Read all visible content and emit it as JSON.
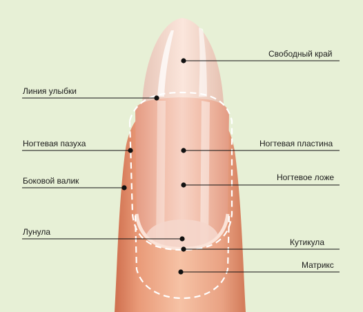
{
  "colors": {
    "background": "#e7f0d6",
    "skin": "#f0b090",
    "skin_shadow": "#d88060",
    "nail": "#f3cfc0",
    "leader": "#111111",
    "dashes": "#ffffff"
  },
  "labels": {
    "free_edge": "Свободный край",
    "smile_line": "Линия улыбки",
    "nail_sinus": "Ногтевая пазуха",
    "nail_plate": "Ногтевая пластина",
    "lateral_fold": "Боковой валик",
    "nail_bed": "Ногтевое ложе",
    "lunula": "Лунула",
    "cuticle": "Кутикула",
    "matrix": "Матрикс"
  }
}
